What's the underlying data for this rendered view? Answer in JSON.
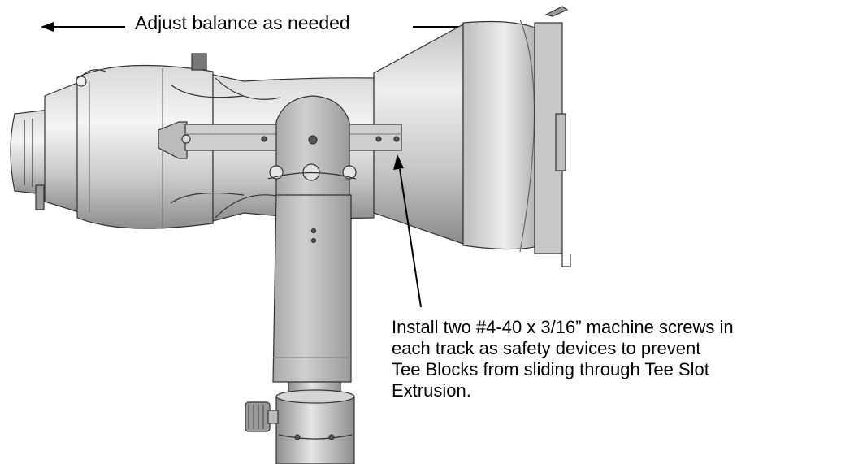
{
  "balance_label": "Adjust balance as needed",
  "callout": {
    "lines": [
      "Install two #4-40 x 3/16” machine screws in",
      "each track as safety devices to prevent",
      "Tee Blocks from sliding through Tee Slot",
      "Extrusion."
    ]
  }
}
